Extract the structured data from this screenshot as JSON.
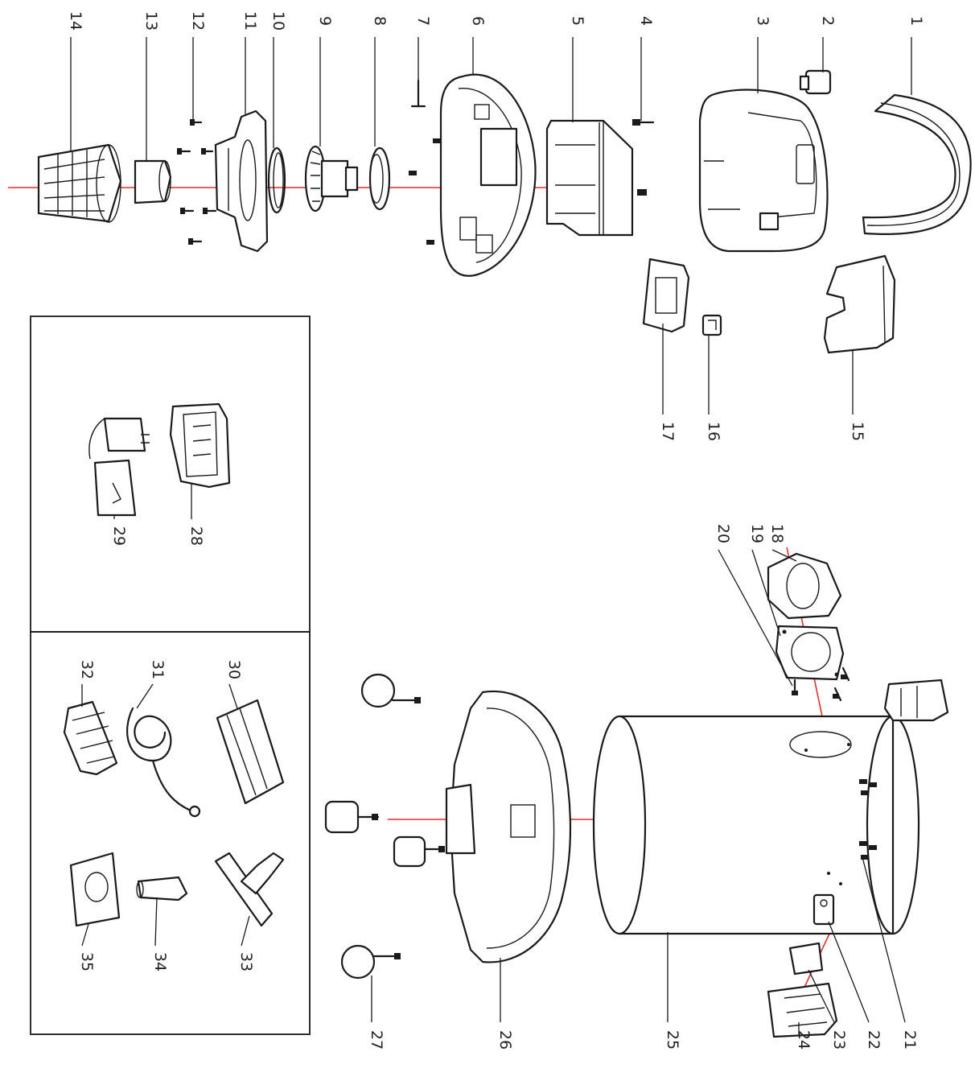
{
  "diagram": {
    "axis_color": "#e0302a",
    "line_color": "#1a1a1a",
    "callouts": [
      "1",
      "2",
      "3",
      "4",
      "5",
      "6",
      "7",
      "8",
      "9",
      "10",
      "11",
      "12",
      "13",
      "14",
      "15",
      "16",
      "17",
      "18",
      "19",
      "20",
      "21",
      "22",
      "23",
      "24",
      "25",
      "26",
      "27",
      "28",
      "29",
      "30",
      "31",
      "32",
      "33",
      "34",
      "35"
    ]
  }
}
